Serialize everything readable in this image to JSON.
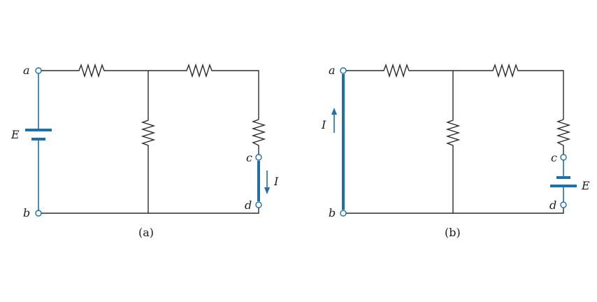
{
  "figure": {
    "a": {
      "caption": "(a)",
      "nodes": {
        "a": "a",
        "b": "b",
        "c": "c",
        "d": "d"
      },
      "source_label": "E",
      "current_label": "I"
    },
    "b": {
      "caption": "(b)",
      "nodes": {
        "a": "a",
        "b": "b",
        "c": "c",
        "d": "d"
      },
      "source_label": "E",
      "current_label": "I"
    },
    "colors": {
      "wire": "#2b2b2b",
      "highlight": "#1f6fa8"
    }
  }
}
